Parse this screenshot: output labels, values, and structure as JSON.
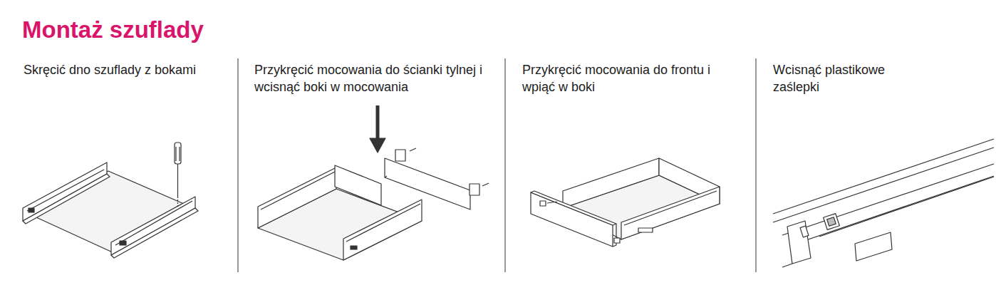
{
  "diagram": {
    "title": "Montaż szuflady",
    "labels": [
      "Skręcić dno szuflady z bokami",
      "Przykręcić mocowania do ścianki tylnej i wcisnąć boki w mocowania",
      "Przykręcić mocowania do frontu i wpiąć w boki",
      "Wcisnąć plastikowe zaślepki"
    ]
  }
}
